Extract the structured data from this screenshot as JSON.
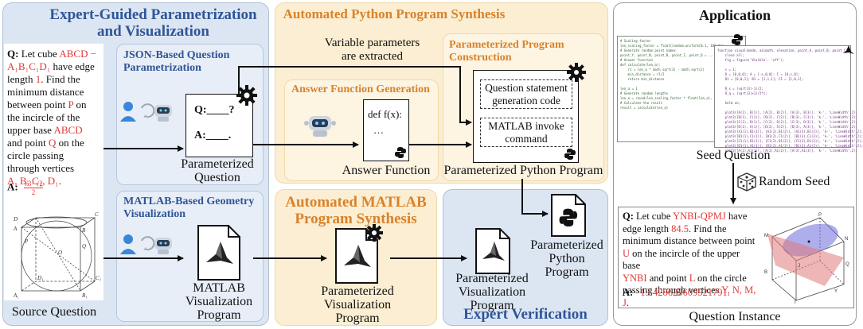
{
  "sections": {
    "expert": {
      "title_line1": "Expert-Guided Parametrization",
      "title_line2": "and Visualization"
    },
    "json_box": {
      "title_line1": "JSON-Based Question",
      "title_line2": "Parametrization"
    },
    "matlab_geo": {
      "title_line1": "MATLAB-Based Geometry",
      "title_line2": "Visualization"
    },
    "python": {
      "title": "Automated Python Program Synthesis"
    },
    "answer_fn": {
      "title": "Answer Function Generation"
    },
    "param_prog": {
      "title_line1": "Parameterized Program",
      "title_line2": "Construction"
    },
    "matlab_synth": {
      "title_line1": "Automated MATLAB",
      "title_line2": "Program Synthesis"
    },
    "verify": {
      "title": "Expert Verification"
    },
    "application": {
      "title": "Application"
    }
  },
  "source": {
    "q_prefix": "Q:",
    "lines": [
      {
        "parts": [
          {
            "t": "Let cube "
          },
          {
            "t": "ABCD −",
            "c": "red"
          }
        ]
      },
      {
        "parts": [
          {
            "t": "A₁B₁C₁D₁",
            "c": "red"
          },
          {
            "t": " have edge"
          }
        ]
      },
      {
        "parts": [
          {
            "t": "length "
          },
          {
            "t": "1",
            "c": "red"
          },
          {
            "t": ". Find the"
          }
        ]
      },
      {
        "parts": [
          {
            "t": "minimum distance"
          }
        ]
      },
      {
        "parts": [
          {
            "t": "between point "
          },
          {
            "t": "P",
            "c": "red"
          },
          {
            "t": " on"
          }
        ]
      },
      {
        "parts": [
          {
            "t": "the incircle of the"
          }
        ]
      },
      {
        "parts": [
          {
            "t": "upper base "
          },
          {
            "t": "ABCD",
            "c": "red"
          }
        ]
      },
      {
        "parts": [
          {
            "t": "and point "
          },
          {
            "t": "Q",
            "c": "red"
          },
          {
            "t": " on the"
          }
        ]
      },
      {
        "parts": [
          {
            "t": "circle passing"
          }
        ]
      },
      {
        "parts": [
          {
            "t": "through vertices"
          }
        ]
      },
      {
        "parts": [
          {
            "t": "A, B, C₁, D₁",
            "c": "red"
          },
          {
            "t": "."
          }
        ]
      }
    ],
    "a_prefix": "A:",
    "answer_num": "√3−√2",
    "answer_den": "2",
    "caption": "Source Question",
    "cube_labels": [
      "D",
      "C",
      "A",
      "B",
      "D₁",
      "C₁",
      "A₁",
      "B₁",
      "P",
      "Q",
      "O"
    ]
  },
  "param_question": {
    "q_line": "Q:____?",
    "a_line": "A:____.",
    "caption_line1": "Parameterized",
    "caption_line2": "Question"
  },
  "matlab_vis": {
    "caption_line1": "MATLAB",
    "caption_line2": "Visualization",
    "caption_line3": "Program"
  },
  "variable_note": {
    "line1": "Variable parameters",
    "line2": "are extracted"
  },
  "answer_function": {
    "code_line1": "def f(x):",
    "code_line2": "…",
    "caption": "Answer Function"
  },
  "program": {
    "box1_line1": "Question statement",
    "box1_line2": "generation code",
    "box2_line1": "MATLAB invoke",
    "box2_line2": "command",
    "caption": "Parameterized Python Program"
  },
  "param_vis": {
    "caption_line1": "Parameterized",
    "caption_line2": "Visualization",
    "caption_line3": "Program"
  },
  "verified_vis": {
    "caption_line1": "Parameterized",
    "caption_line2": "Visualization",
    "caption_line3": "Program"
  },
  "verified_python": {
    "caption_line1": "Parameterized",
    "caption_line2": "Python",
    "caption_line3": "Program"
  },
  "app": {
    "seed_caption": "Seed Question",
    "random_seed": "Random Seed",
    "instance_caption": "Question Instance",
    "q_prefix": "Q:",
    "lines": [
      {
        "parts": [
          {
            "t": "Let cube "
          },
          {
            "t": "YNBI-QPMJ",
            "c": "red"
          },
          {
            "t": " have"
          }
        ]
      },
      {
        "parts": [
          {
            "t": "edge length "
          },
          {
            "t": "84.5",
            "c": "red"
          },
          {
            "t": ". Find the"
          }
        ]
      },
      {
        "parts": [
          {
            "t": "minimum distance between point"
          }
        ]
      },
      {
        "parts": [
          {
            "t": "U",
            "c": "red"
          },
          {
            "t": " on the incircle of the upper base"
          }
        ]
      },
      {
        "parts": [
          {
            "t": "YNBI",
            "c": "red"
          },
          {
            "t": " and point "
          },
          {
            "t": "L",
            "c": "red"
          },
          {
            "t": " on the circle"
          }
        ]
      },
      {
        "parts": [
          {
            "t": "passing through vertices "
          },
          {
            "t": "Y, N, M, J",
            "c": "red"
          },
          {
            "t": "."
          }
        ]
      }
    ],
    "a_prefix": "A:",
    "answer": "13.428623609521791.",
    "inst_labels": [
      "P",
      "N",
      "M",
      "Q",
      "B",
      "I",
      "Y",
      "J"
    ],
    "code_left": "# Scaling factor\nlen_scaling_factor = float(random.uniform(0.1, 100.0))\n# Generate random point names\npoint_Y, point_N, point_B, point_I, point_Q = ...\n# Answer function\ndef calculate(len_a):\n    r1 = len_a * math.sqrt(3) - math.sqrt(2)\n    min_distance = r1/2\n    return min_distance\n\nlen_a = 1\n# Generate random lengths\nlen_a = round(len_scaling_factor * float(len_a), 2)\n# Calculate the result\nresult = calculate(len_a)",
    "code_right": "function visual(mode, azimuth, elevation, point_A, point_B, point_C)\n    close all;\n    fig = figure('Visible', 'off');\n\n    s = 1;\n    O = [0,0,0]; A = [-s,0,0]; C = [0,s,0];\n    D1 = [0,0,1]; B1 = [1,1,1]; C1 = [1,0,1];\n\n    R_s = (sqrt(3)-1)/2;\n    R_q = (sqrt(3)+1)/2*s;\n\n    hold on;\n\n    plot3([A(1), B(1)], [A(2), B(2)], [A(3), B(3)], 'k-', 'LineWidth',2);\n    plot3([B(1), C(1)], [B(2), C(2)], [B(3), C(3)], 'k-', 'LineWidth',2);\n    plot3([C(1), D(1)], [C(2), D(2)], [C(3), D(3)], 'k-', 'LineWidth',2);\n    plot3([D(1), A(1)], [D(2), A(2)], [D(3), A(3)], 'k-', 'LineWidth',2);\n    plot3([A1(1),B1(1)], [A1(2),B1(2)], [A1(3),B1(3)], 'k-', 'LineWidth',2);\n    plot3([B1(1),C1(1)], [B1(2),C1(2)], [B1(3),C1(3)], 'k-', 'LineWidth',2);\n    plot3([C1(1),D1(1)], [C1(2),D1(2)], [C1(3),D1(3)], 'k-', 'LineWidth',2);\n    plot3([D1(1),A1(1)], [D1(2),A1(2)], [D1(3),A1(3)], 'k-', 'LineWidth',2);\n    plot3([A(1),A1(1)], [A(2),A1(2)], [A(3),A1(3)], 'k-', 'LineWidth',2);"
  }
}
